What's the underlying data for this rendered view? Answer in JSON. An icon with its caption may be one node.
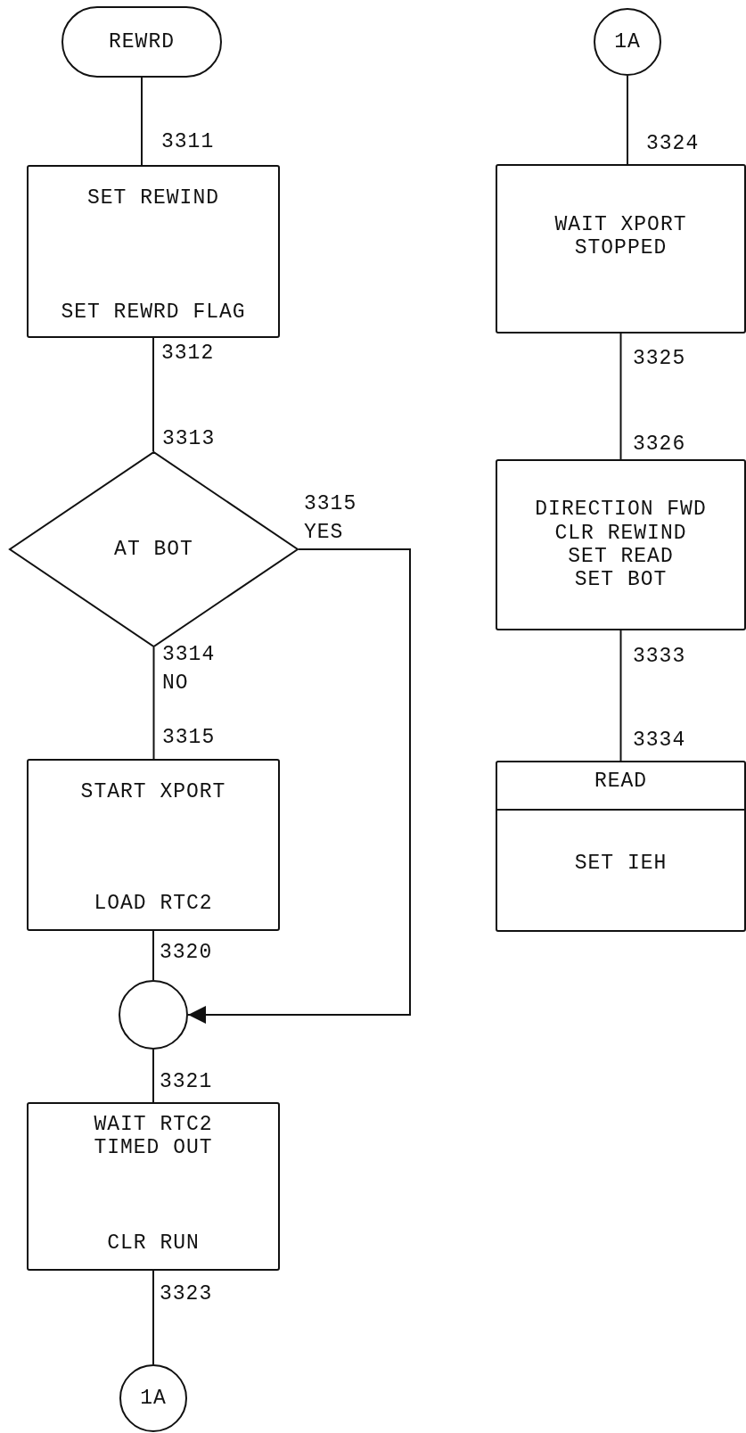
{
  "diagram": {
    "nodes": [
      {
        "text": [
          "REWRD"
        ]
      },
      {
        "text": [
          "SET REWIND",
          "SET REWRD FLAG"
        ]
      },
      {
        "text": [
          "AT BOT"
        ]
      },
      {
        "text": [
          "START XPORT",
          "LOAD RTC2"
        ]
      },
      {
        "text": [],
        "shape": "circle"
      },
      {
        "text": [
          "WAIT RTC2 TIMED OUT",
          "CLR RUN"
        ]
      },
      {
        "text": [
          "1A"
        ]
      },
      {
        "text": [
          "1A"
        ]
      },
      {
        "text": [
          "WAIT XPORT STOPPED"
        ]
      },
      {
        "text": [
          "DIRECTION FWD",
          "CLR REWIND",
          "SET READ",
          "SET BOT"
        ]
      },
      {
        "text": [
          "READ",
          "SET IEH"
        ]
      }
    ],
    "edges": [
      {
        "from": 0,
        "to": 1,
        "arrow": "none"
      },
      {
        "from": 1,
        "to": 2,
        "arrow": "none"
      },
      {
        "from": 2,
        "to": 3,
        "arrow": "none",
        "label": "NO"
      },
      {
        "from": 2,
        "to": 4,
        "arrow": "to",
        "label": "YES"
      },
      {
        "from": 3,
        "to": 4,
        "arrow": "none"
      },
      {
        "from": 4,
        "to": 5,
        "arrow": "none"
      },
      {
        "from": 5,
        "to": 6,
        "arrow": "none"
      },
      {
        "from": 7,
        "to": 8,
        "arrow": "none"
      },
      {
        "from": 8,
        "to": 9,
        "arrow": "none"
      },
      {
        "from": 9,
        "to": 10,
        "arrow": "none"
      }
    ],
    "labels": [
      "3311",
      "3324",
      "3312",
      "3325",
      "3313",
      "3326",
      "3315",
      "3314",
      "3333",
      "3315",
      "3334",
      "3320",
      "3321",
      "3323"
    ]
  }
}
